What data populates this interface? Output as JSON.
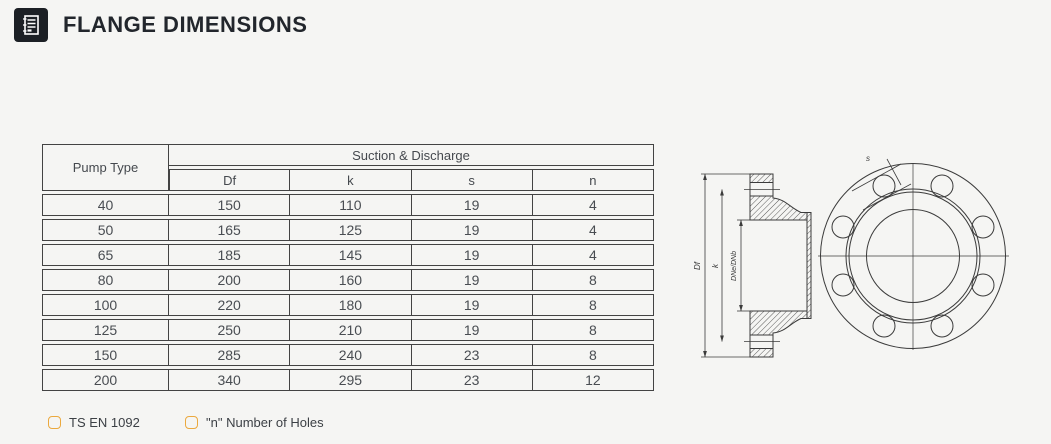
{
  "title": {
    "text": "FLANGE DIMENSIONS"
  },
  "table": {
    "pump_type_header": "Pump Type",
    "group_header": "Suction & Discharge",
    "sub_headers": {
      "df": "Df",
      "k": "k",
      "s": "s",
      "n": "n"
    },
    "rows": [
      {
        "pump_type": "40",
        "df": "150",
        "k": "110",
        "s": "19",
        "n": "4"
      },
      {
        "pump_type": "50",
        "df": "165",
        "k": "125",
        "s": "19",
        "n": "4"
      },
      {
        "pump_type": "65",
        "df": "185",
        "k": "145",
        "s": "19",
        "n": "4"
      },
      {
        "pump_type": "80",
        "df": "200",
        "k": "160",
        "s": "19",
        "n": "8"
      },
      {
        "pump_type": "100",
        "df": "220",
        "k": "180",
        "s": "19",
        "n": "8"
      },
      {
        "pump_type": "125",
        "df": "250",
        "k": "210",
        "s": "19",
        "n": "8"
      },
      {
        "pump_type": "150",
        "df": "285",
        "k": "240",
        "s": "23",
        "n": "8"
      },
      {
        "pump_type": "200",
        "df": "340",
        "k": "295",
        "s": "23",
        "n": "12"
      }
    ]
  },
  "legend": {
    "items": [
      {
        "label": "TS EN 1092"
      },
      {
        "label": "\"n\" Number of Holes"
      }
    ]
  },
  "drawing": {
    "dim_labels": {
      "df": "Df",
      "k": "k",
      "bore": "DNe/DNb",
      "hole_dia": "s"
    }
  },
  "colors": {
    "accent_orange": "#eba93e",
    "icon_bg": "#1c2025",
    "line": "#3b3b3b",
    "background": "#f5f5f3"
  }
}
